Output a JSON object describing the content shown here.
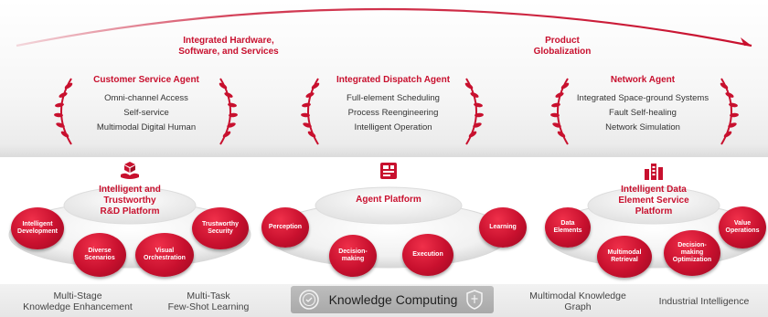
{
  "colors": {
    "accent": "#c8102e",
    "text": "#333333",
    "band": "#e6e6e6"
  },
  "top": {
    "arc_left_label": "Integrated Hardware,\nSoftware, and Services",
    "arc_left_line1": "Integrated Hardware,",
    "arc_left_line2": "Software, and Services",
    "arc_right_line1": "Product",
    "arc_right_line2": "Globalization"
  },
  "agents": [
    {
      "title": "Customer Service Agent",
      "items": [
        "Omni-channel Access",
        "Self-service",
        "Multimodal Digital Human"
      ]
    },
    {
      "title": "Integrated Dispatch Agent",
      "items": [
        "Full-element Scheduling",
        "Process Reengineering",
        "Intelligent Operation"
      ]
    },
    {
      "title": "Network Agent",
      "items": [
        "Integrated Space-ground Systems",
        "Fault Self-healing",
        "Network Simulation"
      ]
    }
  ],
  "platforms": [
    {
      "icon": "hand-with-cube-icon",
      "title_lines": [
        "Intelligent and",
        "Trustworthy",
        "R&D Platform"
      ],
      "nodes": [
        {
          "lines": [
            "Intelligent",
            "Development"
          ]
        },
        {
          "lines": [
            "Diverse",
            "Scenarios"
          ]
        },
        {
          "lines": [
            "Visual",
            "Orchestration"
          ]
        },
        {
          "lines": [
            "Trustworthy",
            "Security"
          ]
        }
      ]
    },
    {
      "icon": "agent-box-icon",
      "title_lines": [
        "Agent Platform"
      ],
      "nodes": [
        {
          "lines": [
            "Perception"
          ]
        },
        {
          "lines": [
            "Decision-",
            "making"
          ]
        },
        {
          "lines": [
            "Execution"
          ]
        },
        {
          "lines": [
            "Learning"
          ]
        }
      ]
    },
    {
      "icon": "data-bars-icon",
      "title_lines": [
        "Intelligent Data",
        "Element Service",
        "Platform"
      ],
      "nodes": [
        {
          "lines": [
            "Data",
            "Elements"
          ]
        },
        {
          "lines": [
            "Multimodal",
            "Retrieval"
          ]
        },
        {
          "lines": [
            "Decision-",
            "making",
            "Optimization"
          ]
        },
        {
          "lines": [
            "Value",
            "Operations"
          ]
        }
      ]
    }
  ],
  "bottom": {
    "items": [
      {
        "lines": [
          "Multi-Stage",
          "Knowledge Enhancement"
        ]
      },
      {
        "lines": [
          "Multi-Task",
          "Few-Shot Learning"
        ]
      },
      {
        "lines": [
          "Multimodal Knowledge",
          "Graph"
        ]
      },
      {
        "lines": [
          "Industrial Intelligence"
        ]
      }
    ],
    "center_label": "Knowledge Computing",
    "center_icon_left": "seal-icon",
    "center_icon_right": "shield-icon"
  }
}
